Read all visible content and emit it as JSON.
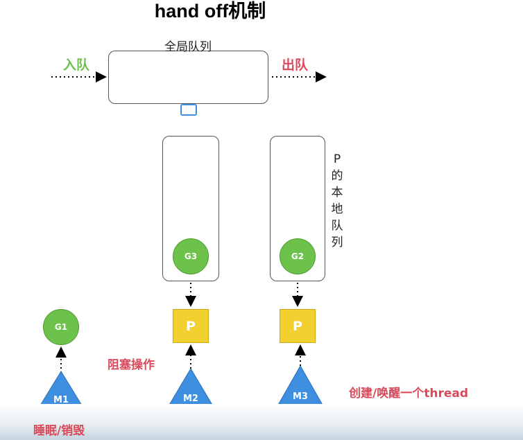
{
  "title": "hand off机制",
  "global_queue": {
    "label": "全局队列",
    "enqueue": "入队",
    "dequeue": "出队"
  },
  "local_queue_label": "P的本地队列",
  "goroutines": {
    "g1": "G1",
    "g2": "G2",
    "g3": "G3"
  },
  "processors": {
    "p": "P"
  },
  "machines": {
    "m1": "M1",
    "m2": "M2",
    "m3": "M3"
  },
  "annotations": {
    "blocking": "阻塞操作",
    "sleep_destroy": "睡眠/销毁",
    "create_wake": "创建/唤醒一个thread"
  },
  "colors": {
    "goroutine": "#6cc24a",
    "processor": "#f2d02f",
    "machine": "#3e8fe0",
    "accent_red": "#d94a5a",
    "lock": "#3e8fe0"
  }
}
